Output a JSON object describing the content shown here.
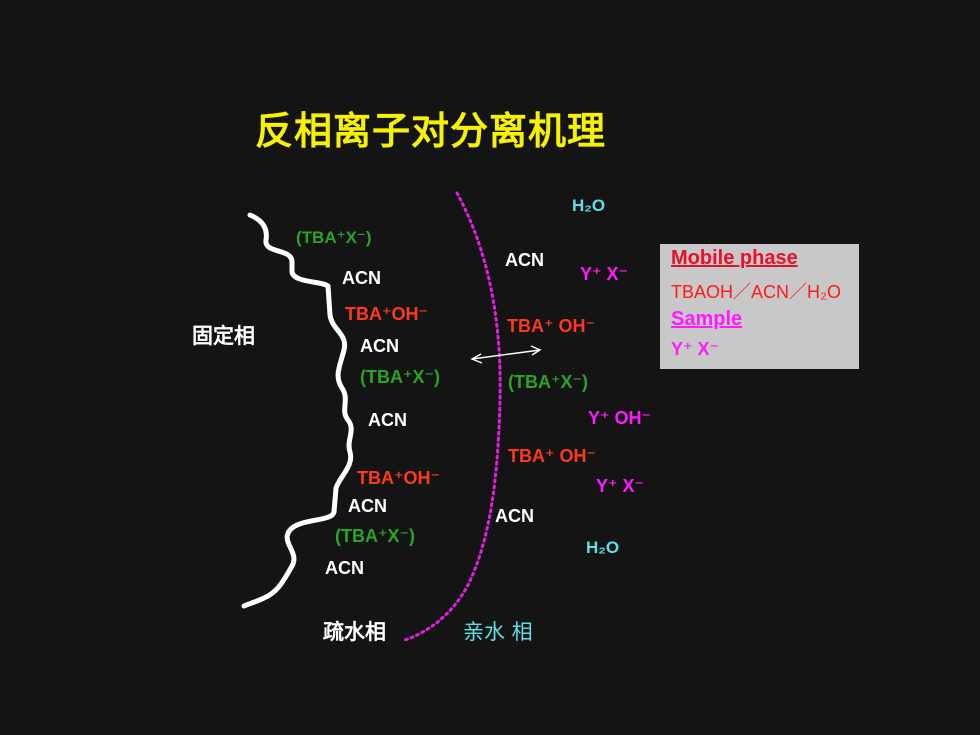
{
  "title": "反相离子对分离机理",
  "stationary_phase": "固定相",
  "hydrophobic_phase": "疏水相",
  "hydrophilic_phase": "亲水 相",
  "left_labels": {
    "tbax_1": "(TBA⁺X⁻)",
    "acn_1": "ACN",
    "tbaoh_1": "TBA⁺OH⁻",
    "acn_2": "ACN",
    "tbax_2": "(TBA⁺X⁻)",
    "acn_3": "ACN",
    "tbaoh_2": "TBA⁺OH⁻",
    "acn_4": "ACN",
    "tbax_3": "(TBA⁺X⁻)",
    "acn_5": "ACN"
  },
  "right_labels": {
    "h2o_1": "H₂O",
    "acn_1": "ACN",
    "yx_1": "Y⁺ X⁻",
    "tbaoh_1": "TBA⁺ OH⁻",
    "tbax_1": "(TBA⁺X⁻)",
    "yoh_1": "Y⁺ OH⁻",
    "tbaoh_2": "TBA⁺ OH⁻",
    "yx_2": "Y⁺ X⁻",
    "acn_2": "ACN",
    "h2o_2": "H₂O"
  },
  "legend": {
    "mobile_phase_heading": "Mobile phase",
    "mobile_phase_value": "TBAOH／ACN／H₂O",
    "sample_heading": "Sample",
    "sample_value": "Y⁺ X⁻"
  },
  "colors": {
    "background": "#141414",
    "title": "#f7f300",
    "green": "#2aa32a",
    "red": "#ff3a1a",
    "magenta": "#ff1aff",
    "cyan": "#5fe0e8",
    "legend_bg": "#c8c8c8",
    "heading_red": "#e8102a"
  }
}
